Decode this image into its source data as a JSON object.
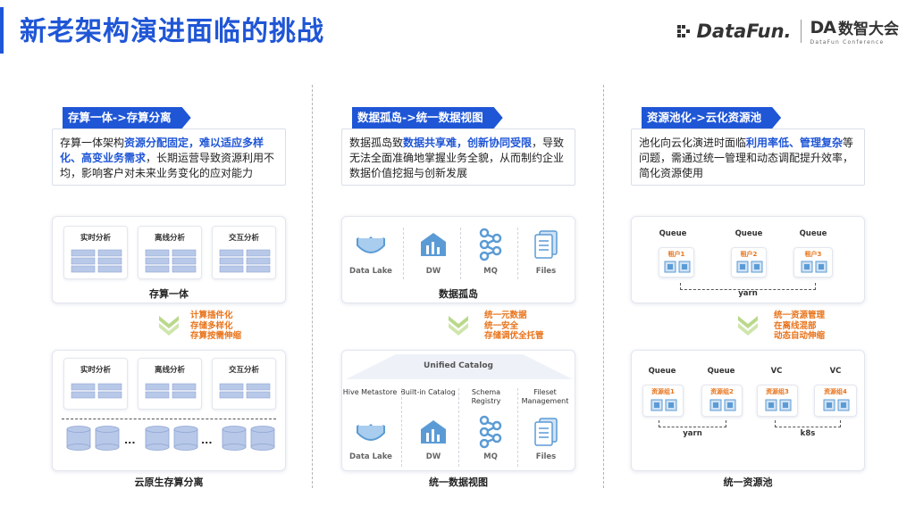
{
  "title": "新老架构演进面临的挑战",
  "logos": {
    "datafun": "DataFun.",
    "da_mark": "DA",
    "da_name": "数智大会",
    "da_sub": "DataFun Conference"
  },
  "colors": {
    "accent": "#1f56d6",
    "orange": "#e8731a"
  },
  "columns": [
    {
      "tag": "存算一体->存算分离",
      "desc": {
        "p1": "存算一体架构",
        "h1": "资源分配固定，难以适应多样化、高变业务需求",
        "p2": "，长期运营导致资源利用不均，影响客户对未来业务变化的应对能力"
      },
      "top_panel": {
        "cards": [
          "实时分析",
          "离线分析",
          "交互分析"
        ],
        "label": "存算一体"
      },
      "steps": [
        "计算插件化",
        "存储多样化",
        "存算按需伸缩"
      ],
      "bottom_panel": {
        "cards": [
          "实时分析",
          "离线分析",
          "交互分析"
        ],
        "ellipsis": "...",
        "label": "云原生存算分离"
      }
    },
    {
      "tag": "数据孤岛->统一数据视图",
      "desc": {
        "p1": "数据孤岛致",
        "h1": "数据共享难，创新协同受限",
        "p2": "，导致无法全面准确地掌握业务全貌，从而制约企业数据价值挖掘与创新发展"
      },
      "top_panel": {
        "icons": [
          "Data Lake",
          "DW",
          "MQ",
          "Files"
        ],
        "label": "数据孤岛"
      },
      "steps": [
        "统一元数据",
        "统一安全",
        "存储调优全托管"
      ],
      "bottom_panel": {
        "catalog": "Unified Catalog",
        "services": [
          "Hive Metastore",
          "Built-in Catalog",
          "Schema Registry",
          "Fileset Management"
        ],
        "icons": [
          "Data Lake",
          "DW",
          "MQ",
          "Files"
        ],
        "label": "统一数据视图"
      }
    },
    {
      "tag": "资源池化->云化资源池",
      "desc": {
        "p1": "池化向云化演进时面临",
        "h1": "利用率低、管理复杂",
        "p2": "等问题，需通过统一管理和动态调配提升效率，简化资源使用"
      },
      "top_panel": {
        "queues": [
          "Queue",
          "Queue",
          "Queue"
        ],
        "tenants": [
          "租户1",
          "租户2",
          "租户3"
        ],
        "scheduler": "yarn"
      },
      "steps": [
        "统一资源管理",
        "在离线混部",
        "动态自动伸缩"
      ],
      "bottom_panel": {
        "queues": [
          "Queue",
          "Queue",
          "VC",
          "VC"
        ],
        "groups": [
          "资源组1",
          "资源组2",
          "资源组3",
          "资源组4"
        ],
        "schedulers": [
          "yarn",
          "k8s"
        ],
        "label": "统一资源池"
      }
    }
  ]
}
